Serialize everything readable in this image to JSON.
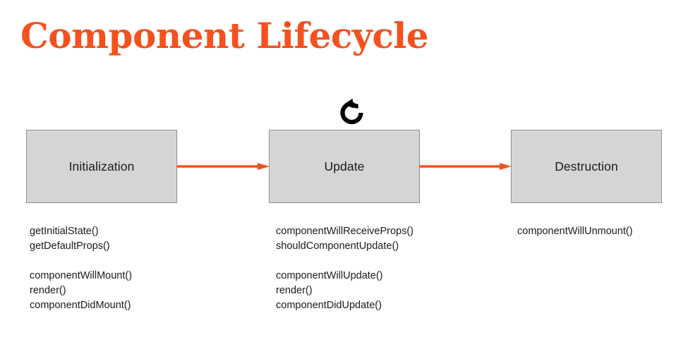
{
  "slide": {
    "title": "Component Lifecycle",
    "background_color": "#ffffff",
    "accent_color": "#f4511e",
    "box_fill_color": "#d5d5d5",
    "box_border_color": "#8f8f8f",
    "text_color": "#1a1a1a"
  },
  "diagram": {
    "loop_icon_name": "refresh-loop-icon",
    "stages": [
      {
        "id": "initialization",
        "label": "Initialization",
        "methods": [
          [
            "getInitialState()",
            "getDefaultProps()"
          ],
          [
            "componentWillMount()",
            "render()",
            "componentDidMount()"
          ]
        ]
      },
      {
        "id": "update",
        "label": "Update",
        "methods": [
          [
            "componentWillReceiveProps()",
            "shouldComponentUpdate()"
          ],
          [
            "componentWillUpdate()",
            "render()",
            "componentDidUpdate()"
          ]
        ]
      },
      {
        "id": "destruction",
        "label": "Destruction",
        "methods": [
          [
            "componentWillUnmount()"
          ]
        ]
      }
    ],
    "arrows": [
      {
        "id": "arrow-init-to-update",
        "from": "initialization",
        "to": "update",
        "color": "#f4511e"
      },
      {
        "id": "arrow-update-to-destruction",
        "from": "update",
        "to": "destruction",
        "color": "#f4511e"
      }
    ]
  }
}
